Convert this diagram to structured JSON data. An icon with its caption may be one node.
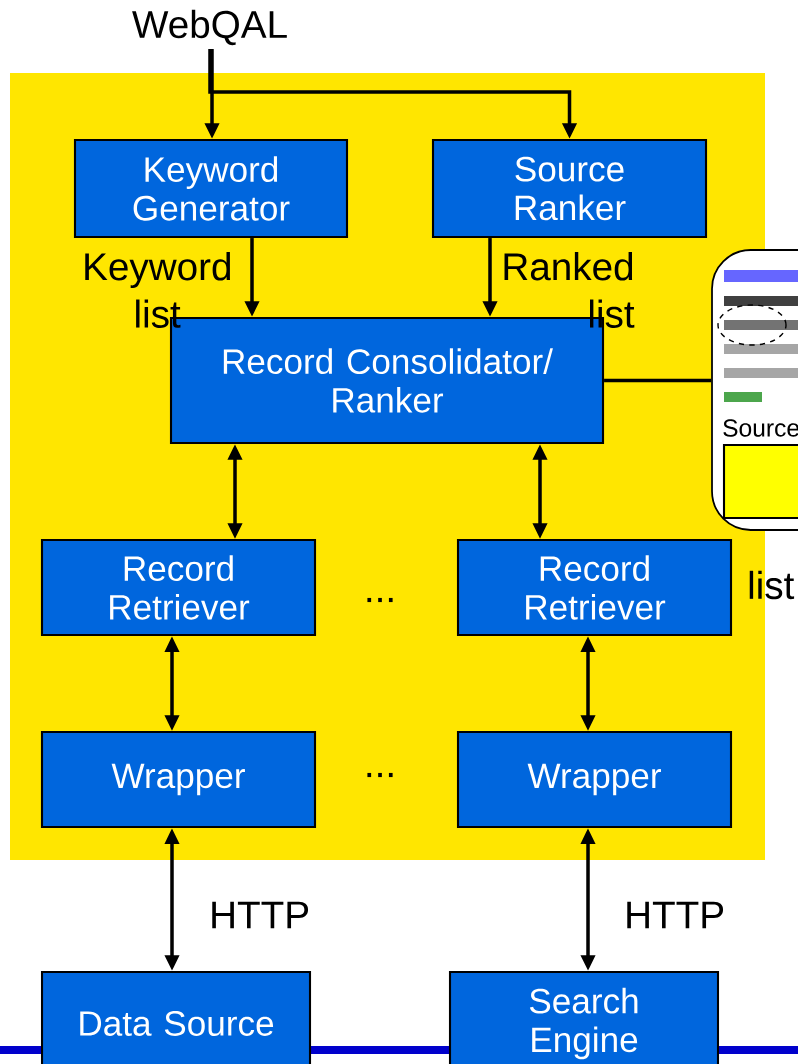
{
  "diagram": {
    "nodes": [
      {
        "text": [
          "WebQAL"
        ]
      },
      {
        "text": [],
        "shape": "box"
      },
      {
        "text": [
          "Keyword Generator"
        ],
        "in": 1
      },
      {
        "text": [
          "Source Ranker"
        ],
        "in": 1
      },
      {
        "text": [
          "Record Consolidator/ Ranker"
        ],
        "in": 1
      },
      {
        "text": [
          "Record Retriever"
        ],
        "in": 1
      },
      {
        "text": [
          "Record Retriever"
        ],
        "in": 1
      },
      {
        "text": [
          "Wrapper"
        ],
        "in": 1
      },
      {
        "text": [
          "Wrapper"
        ],
        "in": 1
      },
      {
        "text": [
          "Data Source"
        ]
      },
      {
        "text": [
          "Search Engine"
        ]
      },
      {
        "text": [
          "Source"
        ]
      },
      {
        "text": [],
        "shape": "box",
        "in": 11
      }
    ],
    "edges": [
      {
        "from": 0,
        "to": 2,
        "arrow": "to"
      },
      {
        "from": 0,
        "to": 3,
        "arrow": "to"
      },
      {
        "from": 2,
        "to": 4,
        "arrow": "to",
        "label": "Keyword list"
      },
      {
        "from": 3,
        "to": 4,
        "arrow": "to",
        "label": "Ranked list"
      },
      {
        "from": 4,
        "to": 5,
        "arrow": "both"
      },
      {
        "from": 4,
        "to": 6,
        "arrow": "both"
      },
      {
        "from": 5,
        "to": 7,
        "arrow": "both"
      },
      {
        "from": 6,
        "to": 8,
        "arrow": "both"
      },
      {
        "from": 7,
        "to": 9,
        "arrow": "both",
        "label": "HTTP"
      },
      {
        "from": 8,
        "to": 10,
        "arrow": "both",
        "label": "HTTP"
      },
      {
        "from": 4,
        "to": 11,
        "arrow": "none"
      }
    ],
    "labels": [
      "...",
      "...",
      "list"
    ]
  }
}
